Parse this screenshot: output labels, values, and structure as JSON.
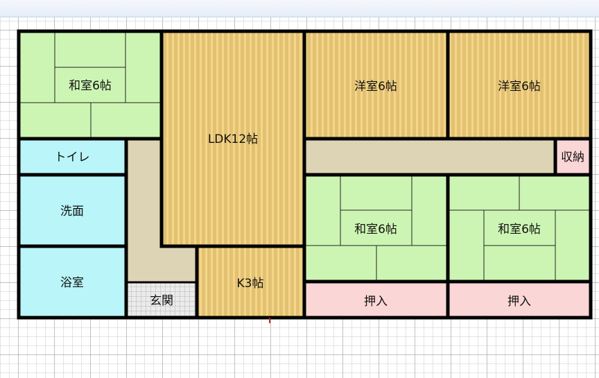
{
  "rooms": {
    "washitsu_nw": {
      "label": "和室6帖"
    },
    "ldk": {
      "label": "LDK12帖"
    },
    "yoshitsu_1": {
      "label": "洋室6帖"
    },
    "yoshitsu_2": {
      "label": "洋室6帖"
    },
    "toilet": {
      "label": "トイレ"
    },
    "senmen": {
      "label": "洗面"
    },
    "yokushitsu": {
      "label": "浴室"
    },
    "genkan": {
      "label": "玄関"
    },
    "kitchen": {
      "label": "K3帖"
    },
    "shuno": {
      "label": "収納"
    },
    "washitsu_c": {
      "label": "和室6帖"
    },
    "washitsu_e": {
      "label": "和室6帖"
    },
    "oshiire_1": {
      "label": "押入"
    },
    "oshiire_2": {
      "label": "押入"
    }
  },
  "colors": {
    "tatami": "#ccf5b3",
    "flooring": "#e3c172",
    "flooring_stripe": "#f6d98c",
    "water_area": "#b9f5f9",
    "corridor": "#dcd4b4",
    "closet": "#fbd6d6",
    "genkan": "#e6e6e6",
    "wall": "#000000"
  }
}
